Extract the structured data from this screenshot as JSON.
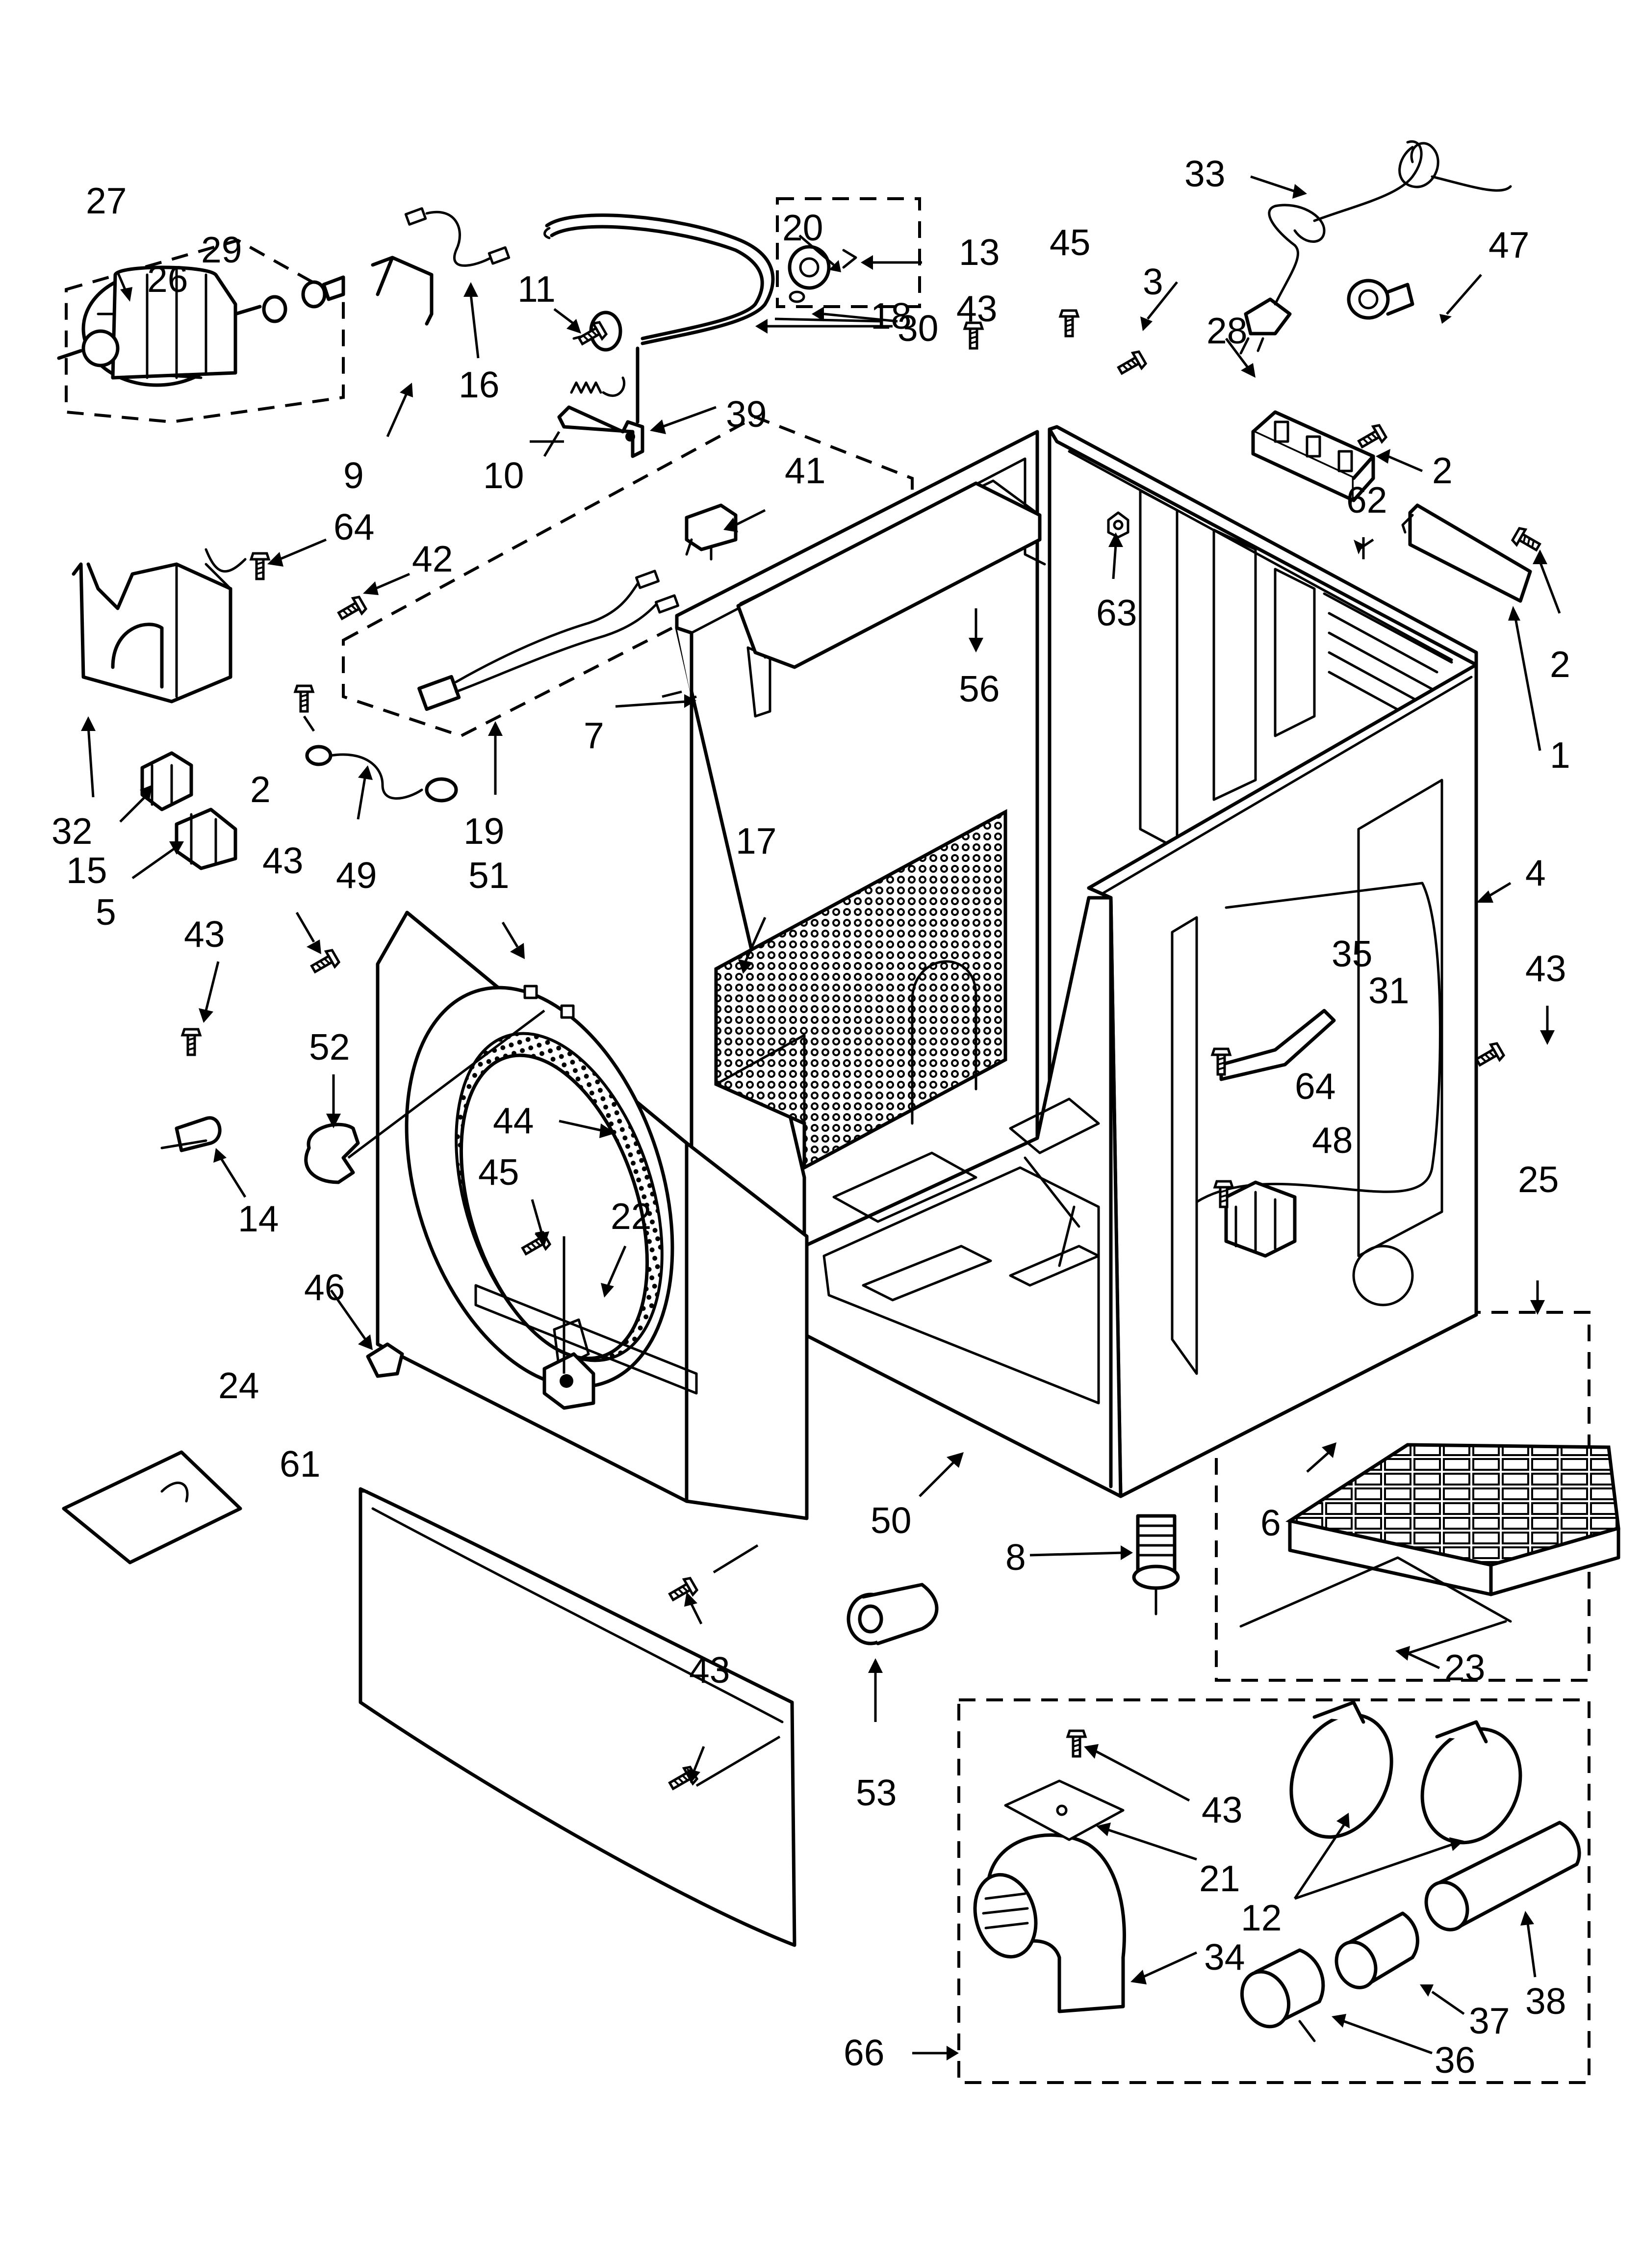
{
  "labels": {
    "l1": "1",
    "l2a": "2",
    "l2b": "2",
    "l2c": "2",
    "l3": "3",
    "l4": "4",
    "l5": "5",
    "l6": "6",
    "l7": "7",
    "l8": "8",
    "l9": "9",
    "l10": "10",
    "l11": "11",
    "l12": "12",
    "l13": "13",
    "l14": "14",
    "l15": "15",
    "l16": "16",
    "l17": "17",
    "l18": "18",
    "l19": "19",
    "l20": "20",
    "l21": "21",
    "l22": "22",
    "l23": "23",
    "l24": "24",
    "l25": "25",
    "l26": "26",
    "l27": "27",
    "l28": "28",
    "l29": "29",
    "l30": "30",
    "l31": "31",
    "l32": "32",
    "l33": "33",
    "l34": "34",
    "l35": "35",
    "l36": "36",
    "l37": "37",
    "l38": "38",
    "l39": "39",
    "l41": "41",
    "l42": "42",
    "l43a": "43",
    "l43b": "43",
    "l43c": "43",
    "l43d": "43",
    "l43e": "43",
    "l43f": "43",
    "l44": "44",
    "l45a": "45",
    "l45b": "45",
    "l46": "46",
    "l47": "47",
    "l48": "48",
    "l49": "49",
    "l50": "50",
    "l51": "51",
    "l52": "52",
    "l53": "53",
    "l56": "56",
    "l61": "61",
    "l62": "62",
    "l63": "63",
    "l64a": "64",
    "l64b": "64",
    "l66": "66"
  }
}
